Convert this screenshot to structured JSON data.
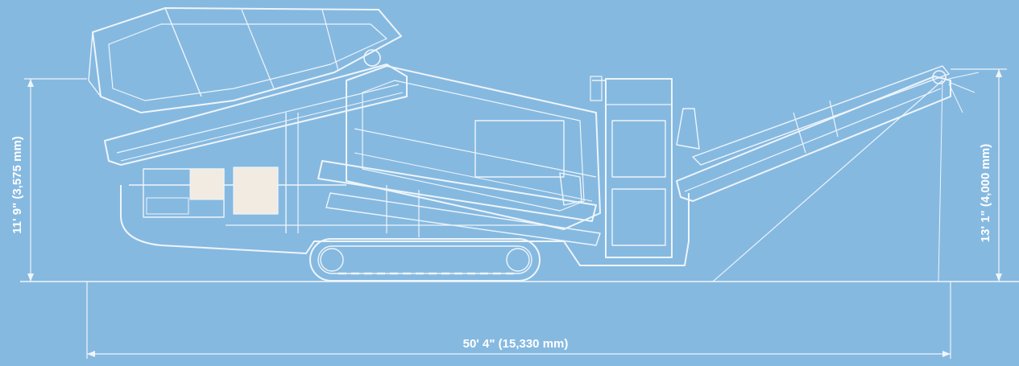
{
  "diagram": {
    "colors": {
      "background": "#86b9e0",
      "line": "#eef5fb",
      "panel_fill": "#f1ebe2",
      "label": "#ffffff"
    },
    "dimensions": {
      "height_left": "11' 9\" (3,575 mm)",
      "height_right": "13' 1\" (4,000 mm)",
      "overall_length": "50' 4\" (15,330 mm)"
    }
  }
}
